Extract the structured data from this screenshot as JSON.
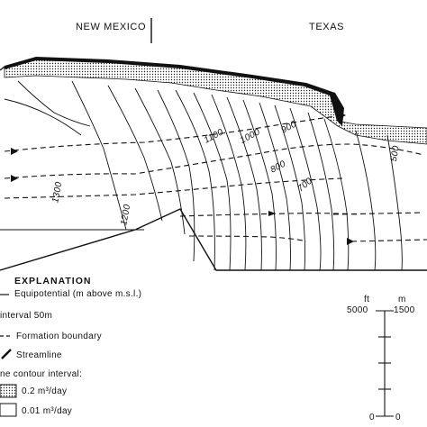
{
  "states": {
    "left": "NEW MEXICO",
    "right": "TEXAS"
  },
  "contour_labels": [
    "1100",
    "1000",
    "900",
    "800",
    "700",
    "500",
    "1300",
    "1200"
  ],
  "legend": {
    "title": "EXPLANATION",
    "items": [
      {
        "text": "Equipotential (m above m.s.l.)"
      },
      {
        "text": "interval 50m"
      },
      {
        "text": "Formation boundary"
      },
      {
        "text": "Streamline"
      },
      {
        "text": "ne contour interval:"
      },
      {
        "text": "0.2 m³/day"
      },
      {
        "text": "0.01 m³/day"
      }
    ]
  },
  "scale": {
    "unit_left": "ft",
    "unit_right": "m",
    "top_left": "5000",
    "top_right": "1500",
    "bottom_left": "0",
    "bottom_right": "0"
  }
}
